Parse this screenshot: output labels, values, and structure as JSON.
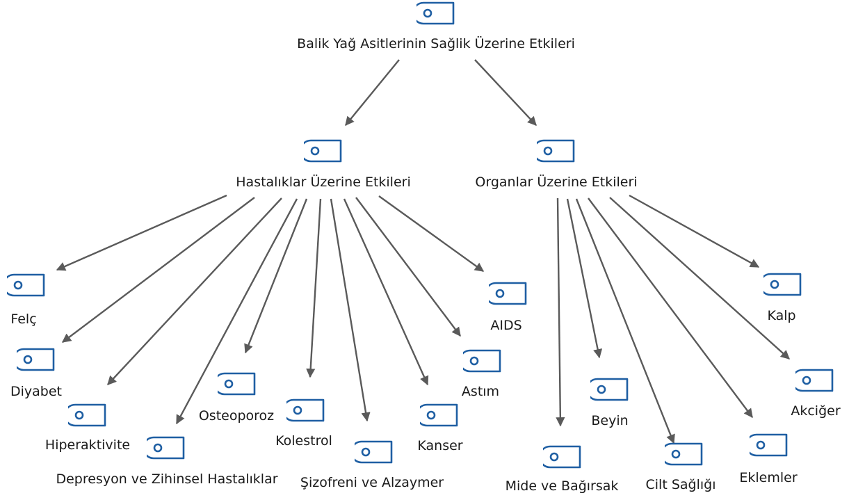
{
  "diagram": {
    "accent_color": "#1f5fa3",
    "arrow_color": "#5a5a5a",
    "icon": "tag-icon",
    "root": {
      "label": "Balik Yağ Asitlerinin Sağlik Üzerine Etkileri"
    },
    "branches": {
      "hastaliklar": {
        "label": "Hastalıklar Üzerine Etkileri",
        "children": {
          "felc": {
            "label": "Felç"
          },
          "diyabet": {
            "label": "Diyabet"
          },
          "hiperaktivite": {
            "label": "Hiperaktivite"
          },
          "depresyon": {
            "label": "Depresyon ve Zihinsel Hastalıklar"
          },
          "osteoporoz": {
            "label": "Osteoporoz"
          },
          "kolestrol": {
            "label": "Kolestrol"
          },
          "sizofreni": {
            "label": "Şizofreni ve Alzaymer"
          },
          "kanser": {
            "label": "Kanser"
          },
          "astim": {
            "label": "Astım"
          },
          "aids": {
            "label": "AIDS"
          }
        }
      },
      "organlar": {
        "label": "Organlar Üzerine Etkileri",
        "children": {
          "mide": {
            "label": "Mide ve Bağırsak"
          },
          "beyin": {
            "label": "Beyin"
          },
          "cilt": {
            "label": "Cilt Sağlığı"
          },
          "eklemler": {
            "label": "Eklemler"
          },
          "akciger": {
            "label": "Akciğer"
          },
          "kalp": {
            "label": "Kalp"
          }
        }
      }
    }
  }
}
